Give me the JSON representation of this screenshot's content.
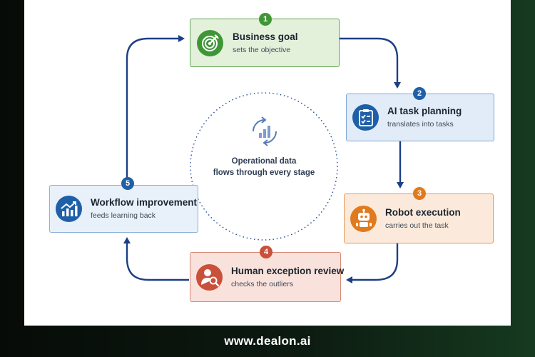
{
  "steps": [
    {
      "number": "1",
      "title": "Business goal",
      "subtitle": "sets the objective"
    },
    {
      "number": "2",
      "title": "AI task planning",
      "subtitle": "translates into tasks"
    },
    {
      "number": "3",
      "title": "Robot execution",
      "subtitle": "carries out the task"
    },
    {
      "number": "4",
      "title": "Human exception review",
      "subtitle": "checks the outliers"
    },
    {
      "number": "5",
      "title": "Workflow improvement",
      "subtitle": "feeds learning back"
    }
  ],
  "center": {
    "line1": "Operational data",
    "line2": "flows through every stage",
    "icon": "cycle-bar-chart-icon"
  },
  "icons": {
    "step1": "target-icon",
    "step2": "clipboard-checklist-icon",
    "step3": "robot-icon",
    "step4": "person-magnifier-icon",
    "step5": "growth-chart-icon"
  },
  "colors": {
    "green": "#3f9636",
    "blue": "#1f5fa8",
    "orange": "#e07a1f",
    "red": "#c9503a",
    "arrow": "#1c3f86",
    "dots": "#2a4f9a"
  },
  "footer": {
    "url": "www.dealon.ai"
  }
}
